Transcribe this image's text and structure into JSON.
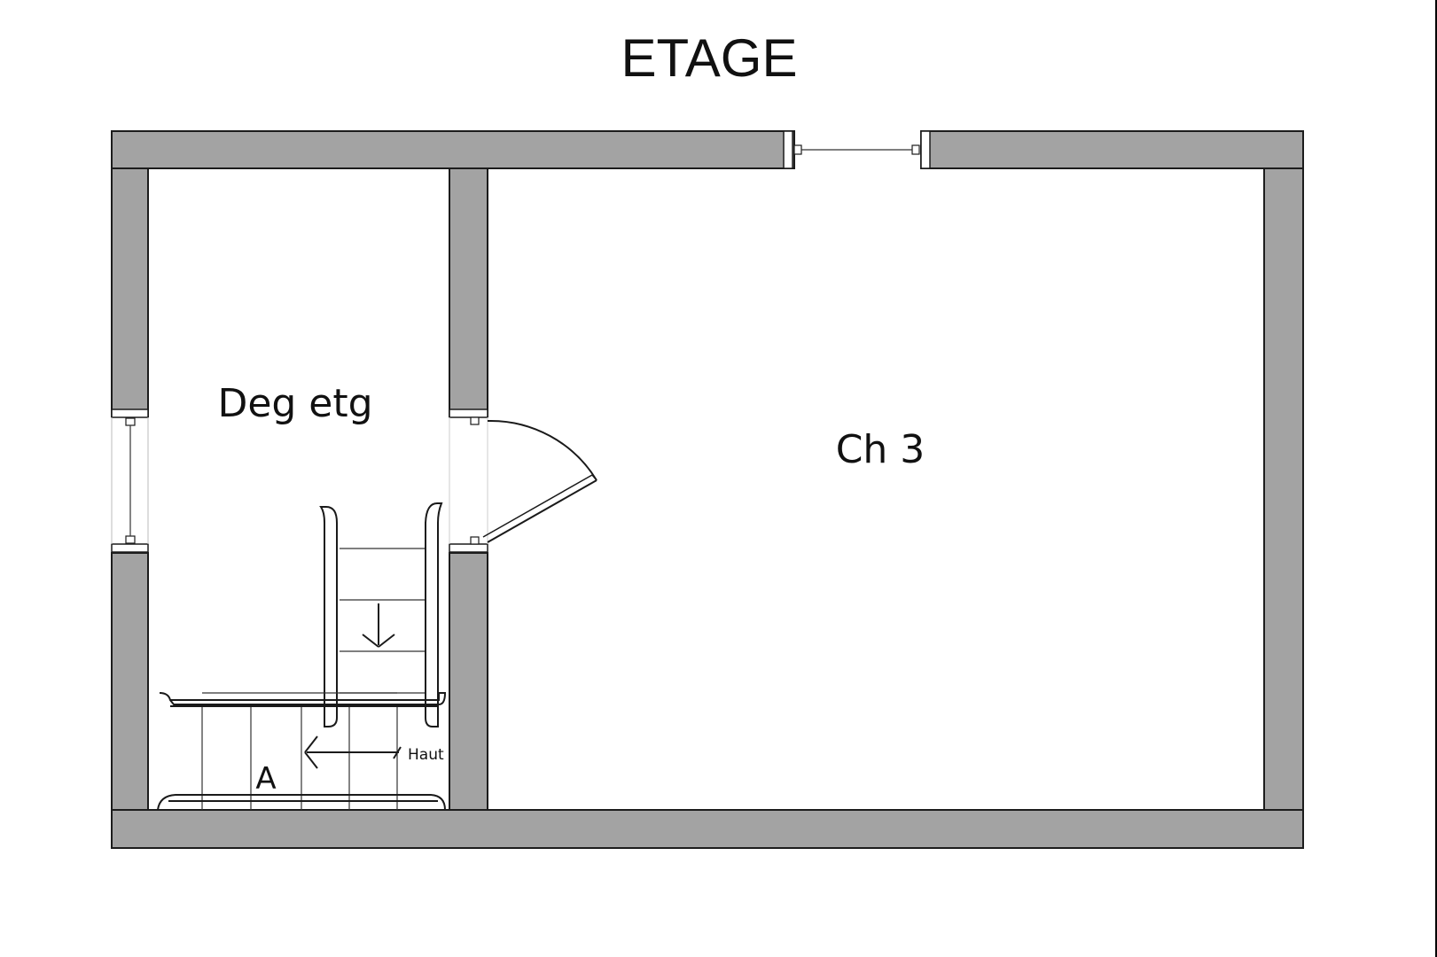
{
  "plan": {
    "title": "ETAGE",
    "rooms": [
      {
        "name": "Deg etg"
      },
      {
        "name": "Ch 3"
      }
    ],
    "stair": {
      "up_label": "Haut",
      "flight_label": "A"
    }
  },
  "colors": {
    "wall_fill": "#a3a3a3",
    "wall_outline": "#1c1c1c",
    "background": "#ffffff"
  }
}
